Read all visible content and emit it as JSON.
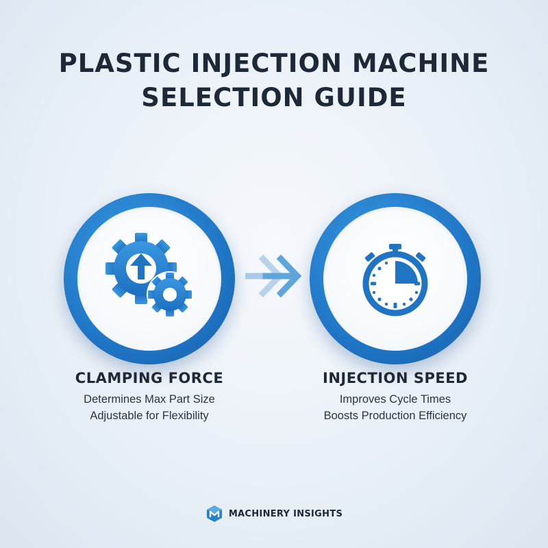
{
  "title": {
    "line1": "PLASTIC INJECTION MACHINE",
    "line2": "SELECTION GUIDE"
  },
  "features": [
    {
      "icon": "gears-with-up-arrow-icon",
      "title": "CLAMPING FORCE",
      "lines": [
        "Determines Max Part Size",
        "Adjustable for Flexibility"
      ]
    },
    {
      "icon": "stopwatch-icon",
      "title": "INJECTION SPEED",
      "lines": [
        "Improves Cycle Times",
        "Boosts Production Efficiency"
      ]
    }
  ],
  "connector_icon": "double-chevron-right-icon",
  "brand": {
    "logo_icon": "machinery-insights-logo-icon",
    "name": "MACHINERY INSIGHTS"
  },
  "colors": {
    "accent": "#2680d0",
    "accent_dark": "#175fa8",
    "text": "#1e2836",
    "background": "#e9f0f7"
  }
}
